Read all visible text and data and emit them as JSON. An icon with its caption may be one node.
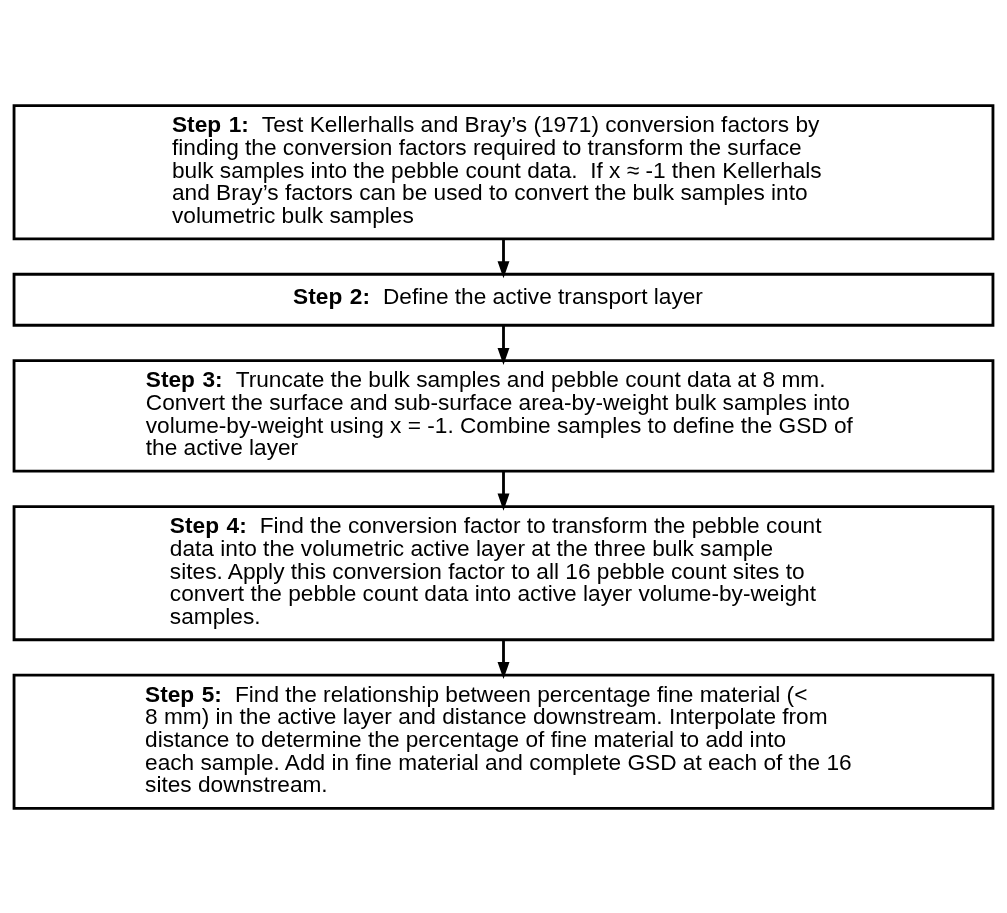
{
  "diagram": {
    "nodes": [
      {
        "text": [
          "**Step 1:** Test Kellerhalls and Bray’s (1971) conversion factors by finding the conversion factors required to transform the surface bulk samples into the pebble count data.  If x ≈ -1 then Kellerhals and Bray’s factors can be used to convert the bulk samples into volumetric bulk samples"
        ]
      },
      {
        "text": [
          "**Step 2:** Define the active transport layer"
        ]
      },
      {
        "text": [
          "**Step 3:** Truncate the bulk samples and pebble count data at 8 mm. Convert the surface and sub-surface area-by-weight bulk samples into volume-by-weight using x = -1. Combine samples to define the GSD of the active layer"
        ]
      },
      {
        "text": [
          "**Step 4:** Find the conversion factor to transform the pebble count data into the volumetric active layer at the three bulk sample sites. Apply this conversion factor to all 16 pebble count sites to convert the pebble count data into active layer volume-by-weight samples."
        ]
      },
      {
        "text": [
          "**Step 5:** Find the relationship between percentage fine material (< 8 mm) in the active layer and distance downstream. Interpolate from distance to determine the percentage of fine material to add into each sample. Add in fine material and complete GSD at each of the 16 sites downstream."
        ]
      }
    ],
    "edges": [
      {
        "from": 0,
        "to": 1,
        "arrow": "to"
      },
      {
        "from": 1,
        "to": 2,
        "arrow": "to"
      },
      {
        "from": 2,
        "to": 3,
        "arrow": "to"
      },
      {
        "from": 3,
        "to": 4,
        "arrow": "to"
      }
    ]
  }
}
